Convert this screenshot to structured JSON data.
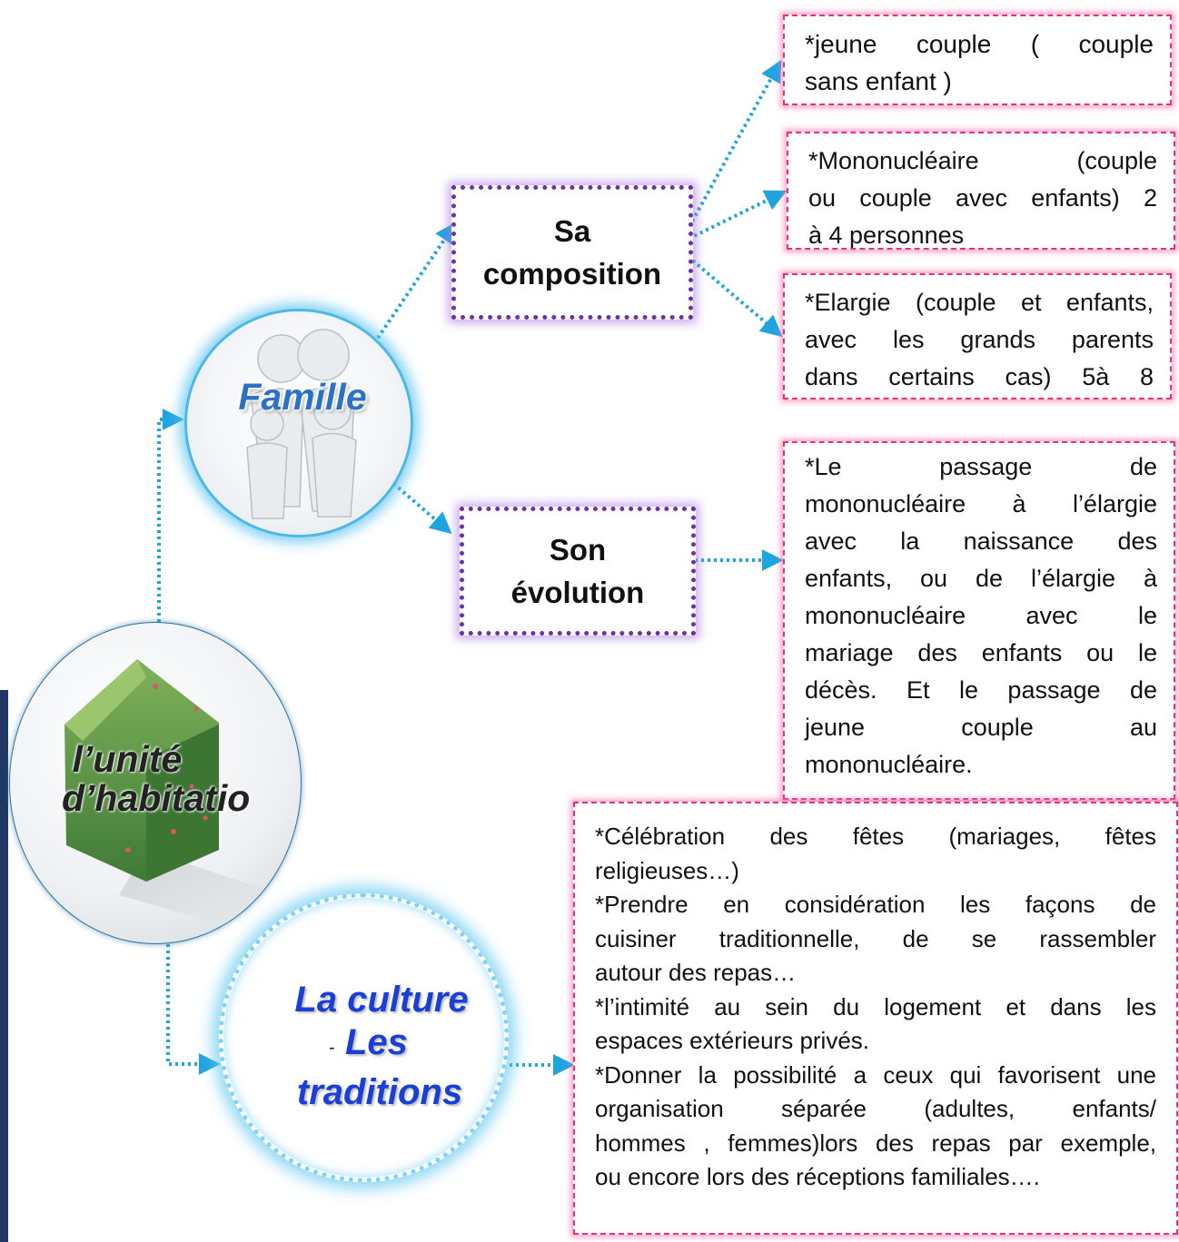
{
  "nodes": {
    "famille": "Famille",
    "unite_line1": "l’unité",
    "unite_line2": "d’habitatio",
    "culture_line1": "La culture",
    "culture_dash": "-",
    "culture_line2": "Les",
    "culture_line3": "traditions",
    "composition_line1": "Sa",
    "composition_line2": "composition",
    "evolution_line1": "Son",
    "evolution_line2": "évolution"
  },
  "boxes": {
    "jeune_couple": [
      "*jeune couple ( couple",
      "sans enfant )"
    ],
    "mononucleaire": [
      "*Mononucléaire (couple",
      "ou couple avec enfants) 2",
      "à 4 personnes"
    ],
    "elargie": [
      "*Elargie (couple et enfants,",
      "avec les grands parents",
      "dans certains cas) 5à 8"
    ],
    "evolution_text": [
      "*Le passage de",
      "mononucléaire à l’élargie",
      "avec la naissance des",
      "enfants, ou de l’élargie à",
      "mononucléaire avec le",
      "mariage des enfants ou le",
      "décès. Et le passage de",
      "jeune couple au",
      "mononucléaire."
    ],
    "culture_text": [
      "*Célébration des fêtes (mariages, fêtes",
      "religieuses…)",
      "*Prendre en considération les façons de",
      "cuisiner traditionnelle, de se rassembler",
      "autour des repas…",
      "*l’intimité au sein du logement et dans les",
      "espaces extérieurs privés.",
      "*Donner la possibilité a ceux qui favorisent une",
      "organisation séparée (adultes, enfants/",
      "hommes , femmes)lors des repas par exemple,",
      "ou encore lors des réceptions familiales…."
    ]
  },
  "colors": {
    "connector": "#1ea5e0",
    "purple_border": "#7030a0",
    "pink_border": "#e8307a",
    "famille_text": "#2b71c4",
    "culture_text": "#1a3fd6"
  },
  "icons": {
    "famille": "family-figures-icon",
    "habitat": "green-house-icon"
  }
}
